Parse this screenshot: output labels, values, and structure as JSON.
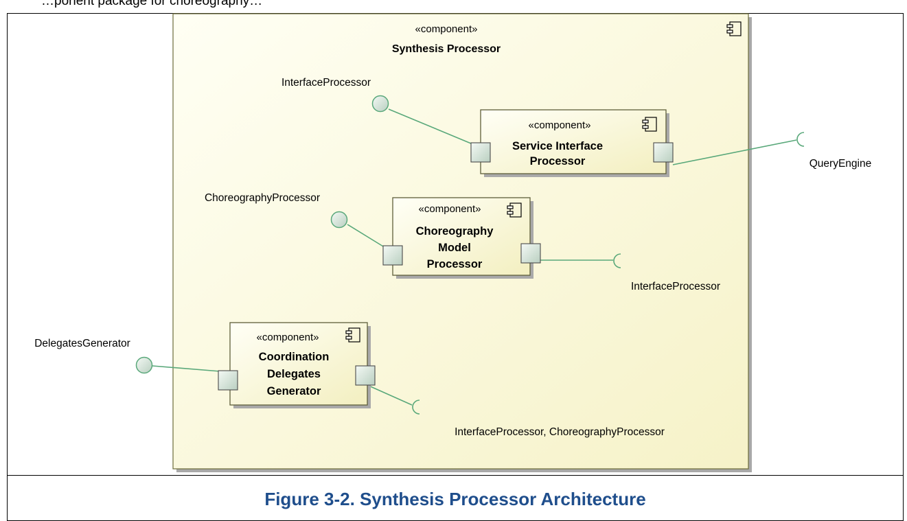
{
  "intro_text": "…ponent package for choreography…",
  "caption": "Figure 3-2. Synthesis Processor Architecture",
  "colors": {
    "component_fill_light": "#fffff2",
    "component_fill_dark": "#f4f0c4",
    "component_border": "#606040",
    "port_fill": "#d8e6dc",
    "connector": "#59a87a",
    "caption": "#1f4e8c"
  },
  "outer_component": {
    "stereotype": "«component»",
    "name": "Synthesis Processor",
    "icon": "component-icon"
  },
  "components": [
    {
      "id": "service-interface-processor",
      "stereotype": "«component»",
      "name_lines": [
        "Service Interface",
        "Processor"
      ],
      "icon": "component-icon"
    },
    {
      "id": "choreography-model-processor",
      "stereotype": "«component»",
      "name_lines": [
        "Choreography",
        "Model",
        "Processor"
      ],
      "icon": "component-icon"
    },
    {
      "id": "coordination-delegates-generator",
      "stereotype": "«component»",
      "name_lines": [
        "Coordination",
        "Delegates",
        "Generator"
      ],
      "icon": "component-icon"
    }
  ],
  "provided_interfaces": [
    {
      "id": "sip-provided",
      "label": "InterfaceProcessor"
    },
    {
      "id": "cmp-provided",
      "label": "ChoreographyProcessor"
    },
    {
      "id": "cdg-provided",
      "label": "DelegatesGenerator"
    }
  ],
  "required_interfaces": [
    {
      "id": "sip-required",
      "label": "QueryEngine"
    },
    {
      "id": "cmp-required",
      "label": "InterfaceProcessor"
    },
    {
      "id": "cdg-required",
      "label": "InterfaceProcessor, ChoreographyProcessor"
    }
  ]
}
